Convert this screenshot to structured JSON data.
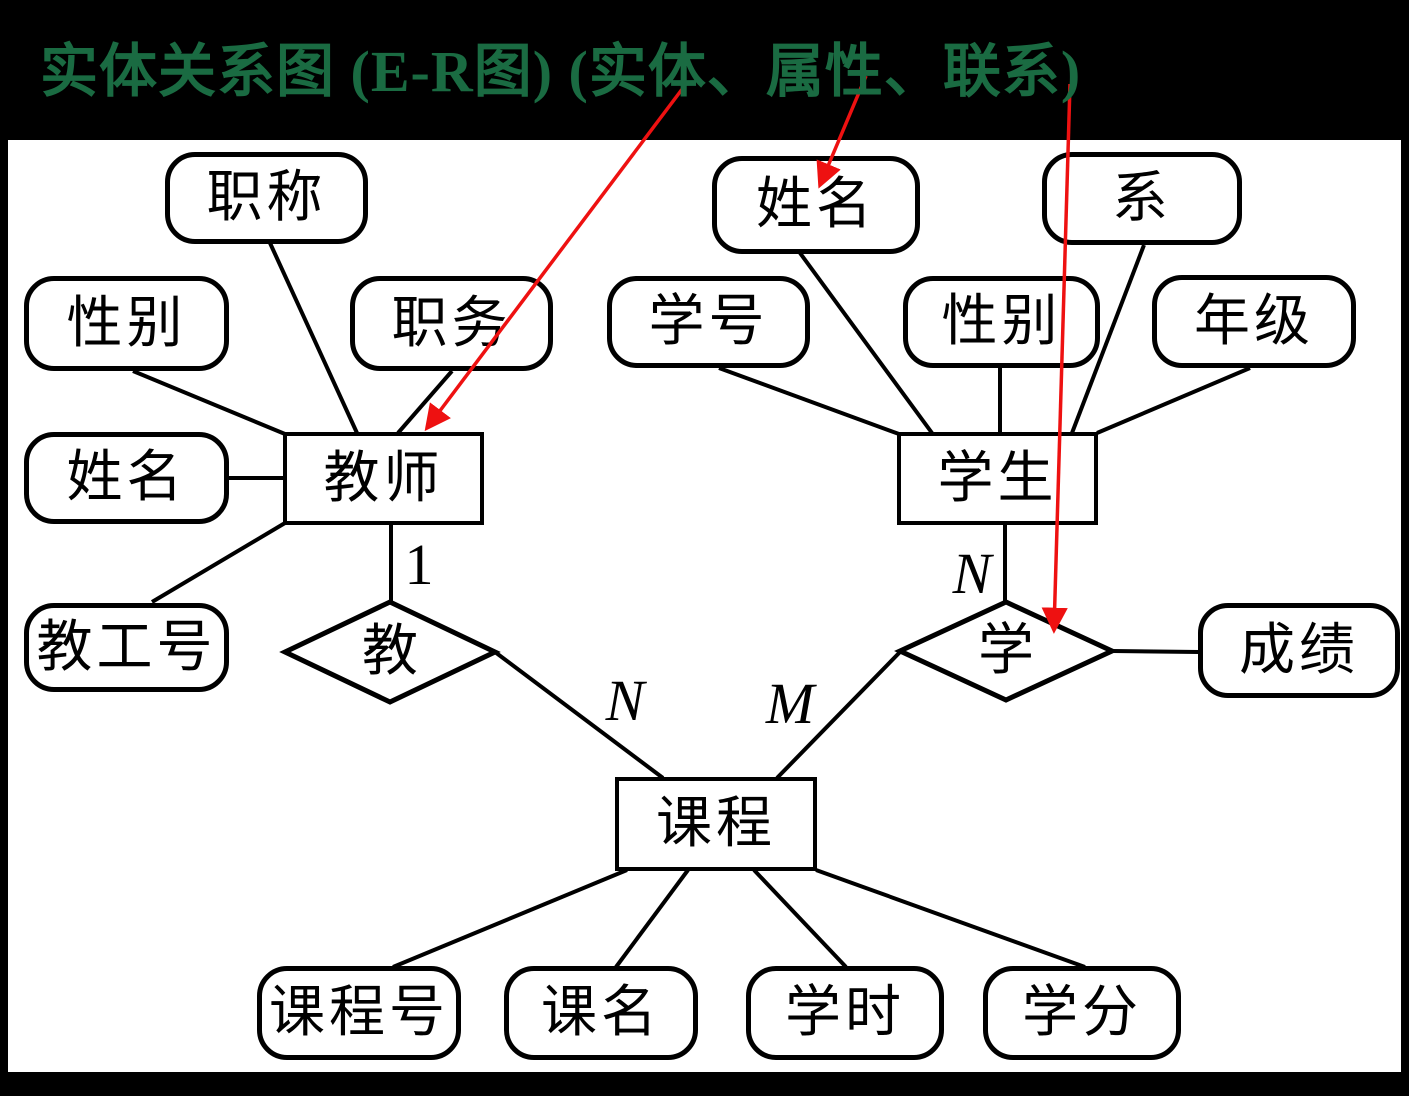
{
  "title": "实体关系图 (E-R图) (实体、属性、联系)",
  "colors": {
    "title_green": "#1a6b42",
    "annotation_red": "#ee1111",
    "ink": "#000000",
    "canvas_white": "#ffffff",
    "frame_black": "#000000"
  },
  "entities": {
    "teacher": "教师",
    "student": "学生",
    "course": "课程"
  },
  "relationships": {
    "teach": "教",
    "study": "学"
  },
  "attributes": {
    "teacher": [
      "职称",
      "性别",
      "职务",
      "姓名",
      "教工号"
    ],
    "student": [
      "学号",
      "姓名",
      "性别",
      "系",
      "年级"
    ],
    "course": [
      "课程号",
      "课名",
      "学时",
      "学分"
    ],
    "study": [
      "成绩"
    ]
  },
  "cardinalities": {
    "teach_teacher": "1",
    "teach_course": "N",
    "study_student": "N",
    "study_course": "M"
  },
  "annotations": {
    "entity_arrow_points_to": "教师",
    "attribute_arrow_points_to": "姓名",
    "relationship_arrow_points_to": "学"
  }
}
